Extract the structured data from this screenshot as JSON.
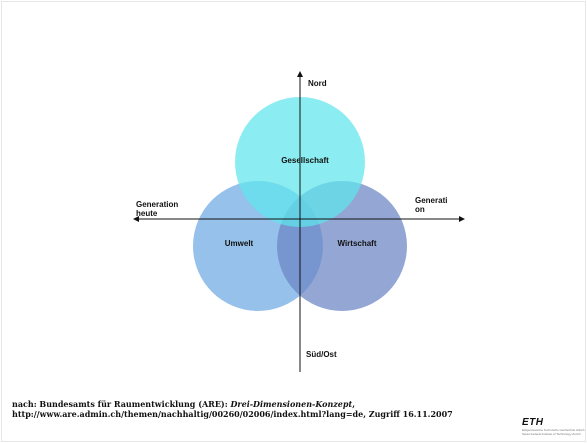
{
  "diagram": {
    "circles": {
      "top": {
        "label": "Gesellschaft",
        "color": "#5ee6ec"
      },
      "left": {
        "label": "Umwelt",
        "color": "#6ea9e3"
      },
      "right": {
        "label": "Wirtschaft",
        "color": "#6b85c4"
      }
    },
    "axes": {
      "north": "Nord",
      "south": "Süd/Ost",
      "west_line1": "Generation",
      "west_line2": "heute",
      "east_line1": "Generati",
      "east_line2": "on"
    }
  },
  "citation": {
    "prefix": "nach: Bundesamts für Raumentwicklung (ARE): ",
    "title": "Drei-Dimensionen-Konzept",
    "suffix": ", http://www.are.admin.ch/themen/nachhaltig/00260/02006/index.html?lang=de, Zugriff 16.11.2007"
  },
  "logo": {
    "mark": "ETH",
    "line1": "Eidgenössische Technische Hochschule Zürich",
    "line2": "Swiss Federal Institute of Technology Zurich"
  }
}
